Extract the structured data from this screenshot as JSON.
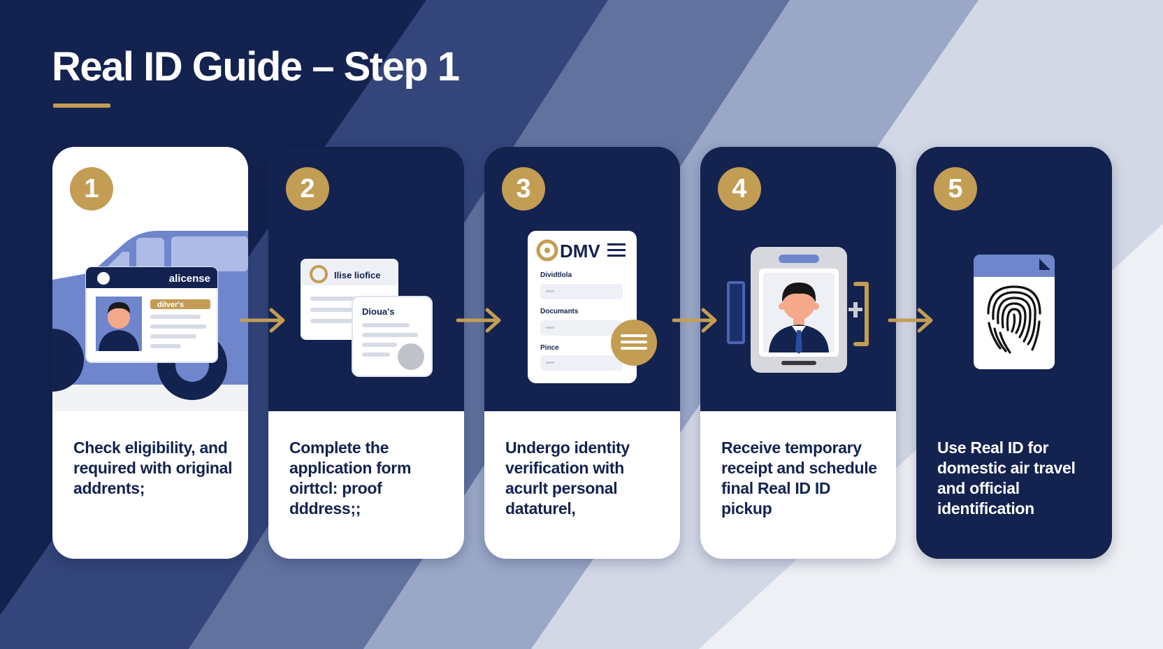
{
  "title": "Real ID Guide – Step 1",
  "colors": {
    "navy": "#13224f",
    "gold": "#c39d54",
    "white": "#ffffff",
    "periwinkle": "#6f85cc"
  },
  "steps": [
    {
      "number": "1",
      "icon": "car-and-license-icon",
      "card_label": "alicense",
      "card_tag": "dilver's",
      "description": "Check eligibility, and required with original addrents;"
    },
    {
      "number": "2",
      "icon": "application-documents-icon",
      "form_label": "Ilise liofice",
      "doc_label": "Dioua's",
      "description": "Complete the application form oirttcl: proof dddress;;"
    },
    {
      "number": "3",
      "icon": "dmv-form-icon",
      "dmv_label": "DMV",
      "field_labels": [
        "Dividtlola",
        "Documants",
        "Pince"
      ],
      "description": "Undergo identity verification with acurlt personal dataturel,"
    },
    {
      "number": "4",
      "icon": "photo-id-device-icon",
      "description": "Receive temporary receipt and schedule final Real ID ID pickup"
    },
    {
      "number": "5",
      "icon": "fingerprint-document-icon",
      "description": "Use Real ID for domestic air travel and official identification"
    }
  ]
}
